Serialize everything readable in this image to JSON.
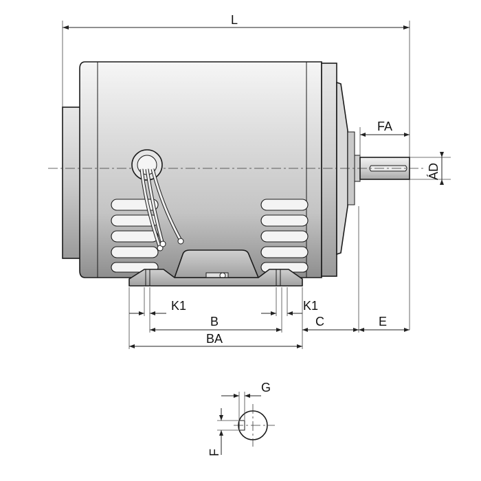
{
  "labels": {
    "L": "L",
    "FA": "FA",
    "AD": "ÁD",
    "K1_left": "K1",
    "K1_right": "K1",
    "B": "B",
    "C": "C",
    "E": "E",
    "BA": "BA",
    "G": "G",
    "F": "F"
  },
  "colors": {
    "body_light": "#eeeeee",
    "body_mid": "#cfcfcf",
    "body_dark": "#8f8f8f",
    "line": "#1a1a1a"
  }
}
